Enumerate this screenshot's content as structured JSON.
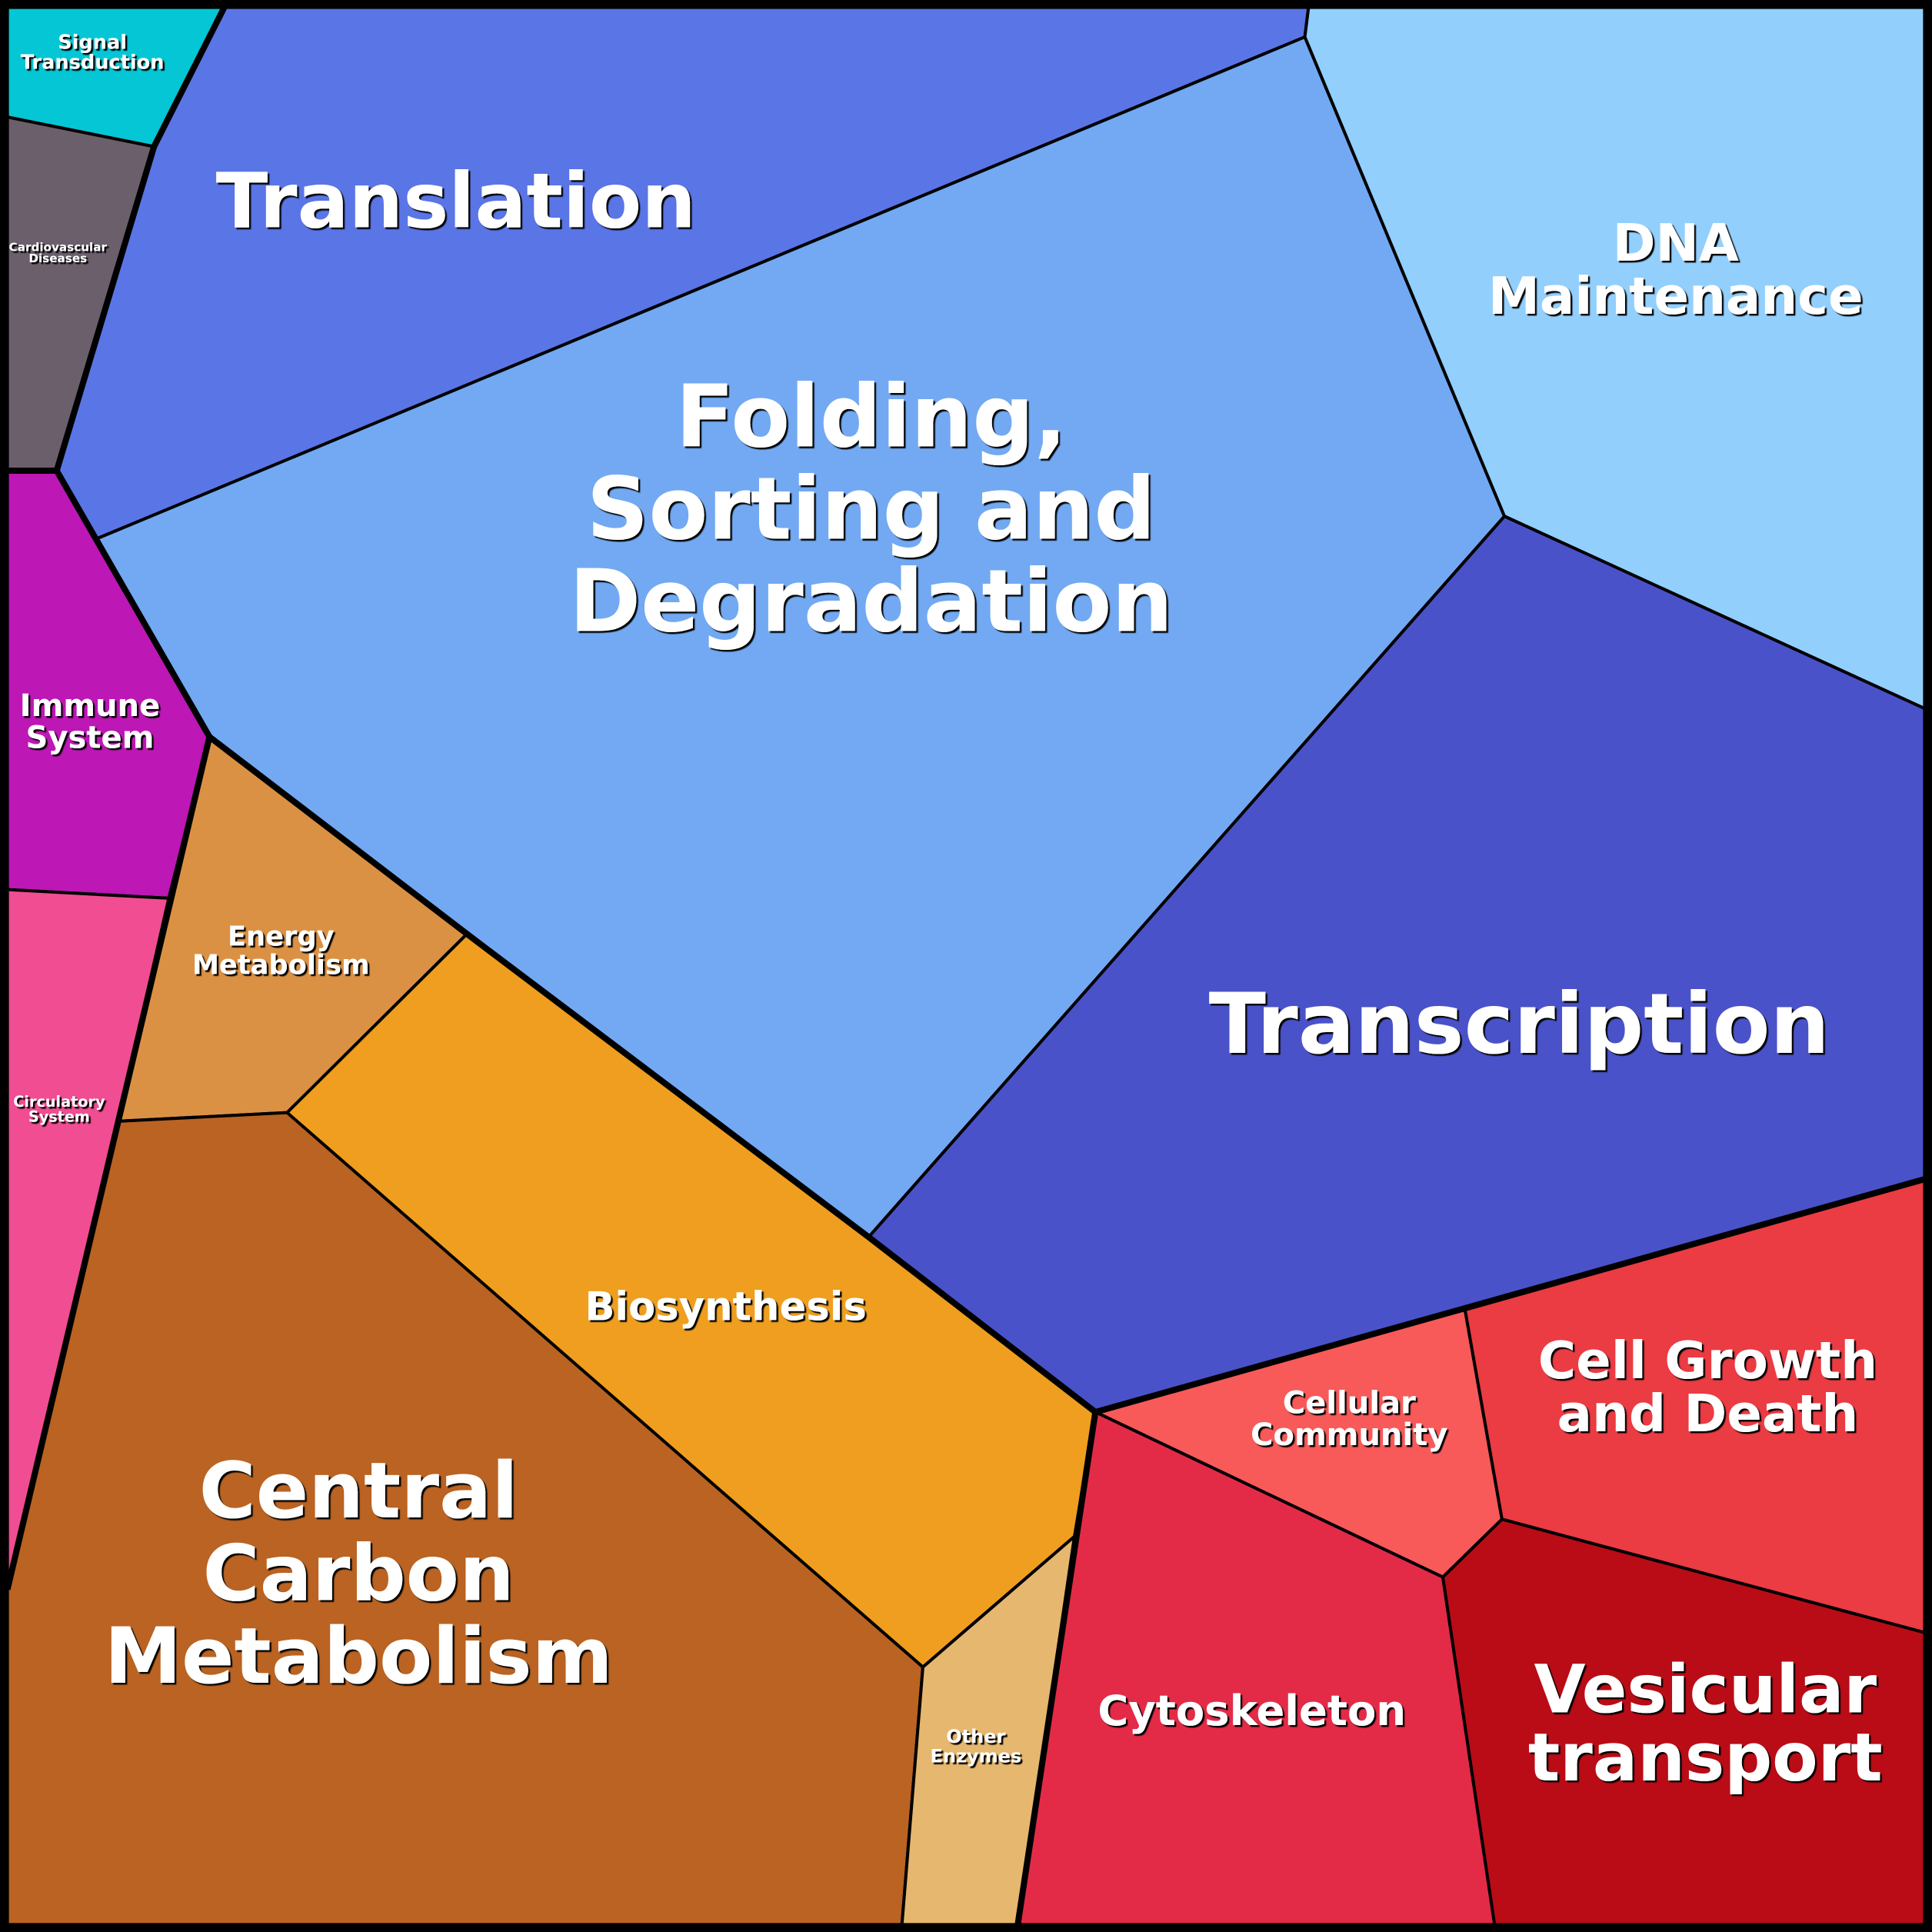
{
  "title": "Voronoi treemap of functional categories",
  "cells": [
    {
      "id": "signal-transduction",
      "lines": [
        "Signal",
        "Transduction"
      ],
      "color": "#05c6d5"
    },
    {
      "id": "cardiovascular-diseases",
      "lines": [
        "Cardiovascular",
        "Diseases"
      ],
      "color": "#6b5f6c"
    },
    {
      "id": "translation",
      "lines": [
        "Translation"
      ],
      "color": "#5a75e6"
    },
    {
      "id": "folding-sorting-degradation",
      "lines": [
        "Folding,",
        "Sorting and",
        "Degradation"
      ],
      "color": "#72a9f2"
    },
    {
      "id": "dna-maintenance",
      "lines": [
        "DNA",
        "Maintenance"
      ],
      "color": "#92cffc"
    },
    {
      "id": "transcription",
      "lines": [
        "Transcription"
      ],
      "color": "#4a52c9"
    },
    {
      "id": "immune-system",
      "lines": [
        "Immune",
        "System"
      ],
      "color": "#bd17b5"
    },
    {
      "id": "circulatory-system",
      "lines": [
        "Circulatory",
        "System"
      ],
      "color": "#f04d92"
    },
    {
      "id": "energy-metabolism",
      "lines": [
        "Energy",
        "Metabolism"
      ],
      "color": "#db9144"
    },
    {
      "id": "biosynthesis",
      "lines": [
        "Biosynthesis"
      ],
      "color": "#ef9e1f"
    },
    {
      "id": "central-carbon-metabolism",
      "lines": [
        "Central",
        "Carbon",
        "Metabolism"
      ],
      "color": "#ba6322"
    },
    {
      "id": "other-enzymes",
      "lines": [
        "Other",
        "Enzymes"
      ],
      "color": "#e6b76e"
    },
    {
      "id": "cellular-community",
      "lines": [
        "Cellular",
        "Community"
      ],
      "color": "#f75a59"
    },
    {
      "id": "cell-growth-and-death",
      "lines": [
        "Cell Growth",
        "and Death"
      ],
      "color": "#eb3b43"
    },
    {
      "id": "cytoskeleton",
      "lines": [
        "Cytoskeleton"
      ],
      "color": "#e32b48"
    },
    {
      "id": "vesicular-transport",
      "lines": [
        "Vesicular",
        "transport"
      ],
      "color": "#b90c16"
    }
  ]
}
